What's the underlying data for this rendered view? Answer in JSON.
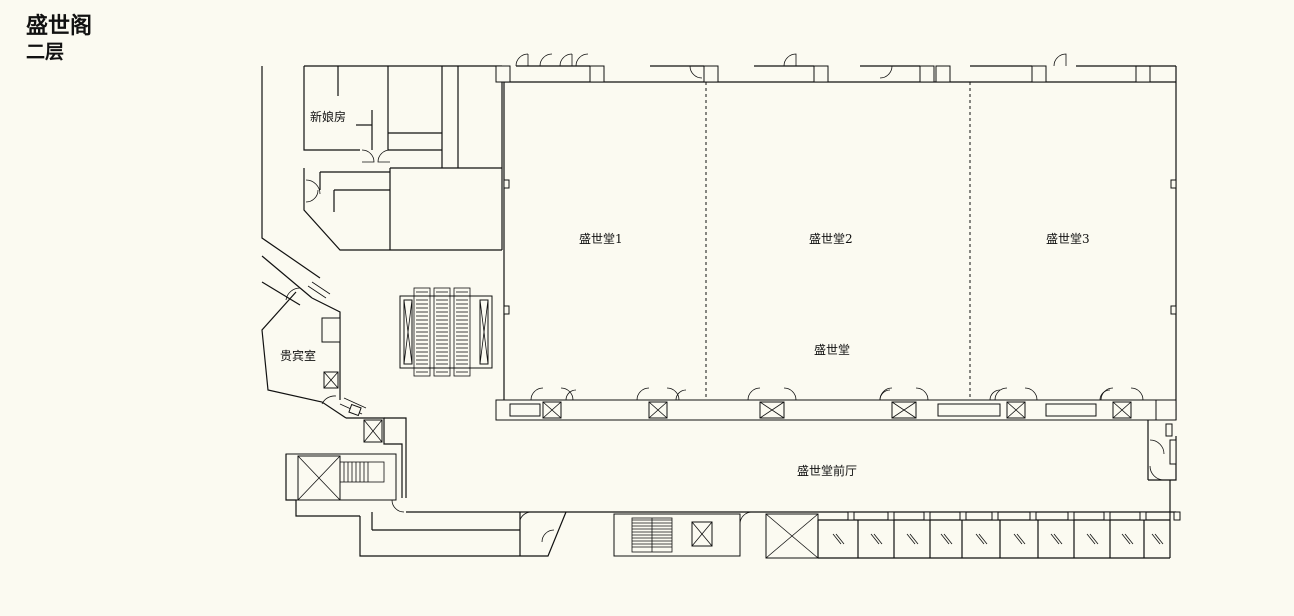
{
  "header": {
    "building_name": "盛世阁",
    "floor": "二层"
  },
  "rooms": {
    "bridal_room": "新娘房",
    "vip_room": "贵宾室",
    "hall_1": "盛世堂1",
    "hall_2": "盛世堂2",
    "hall_3": "盛世堂3",
    "grand_hall": "盛世堂",
    "lobby": "盛世堂前厅"
  },
  "colors": {
    "background": "#fbfaf1",
    "lines": "#111111"
  }
}
